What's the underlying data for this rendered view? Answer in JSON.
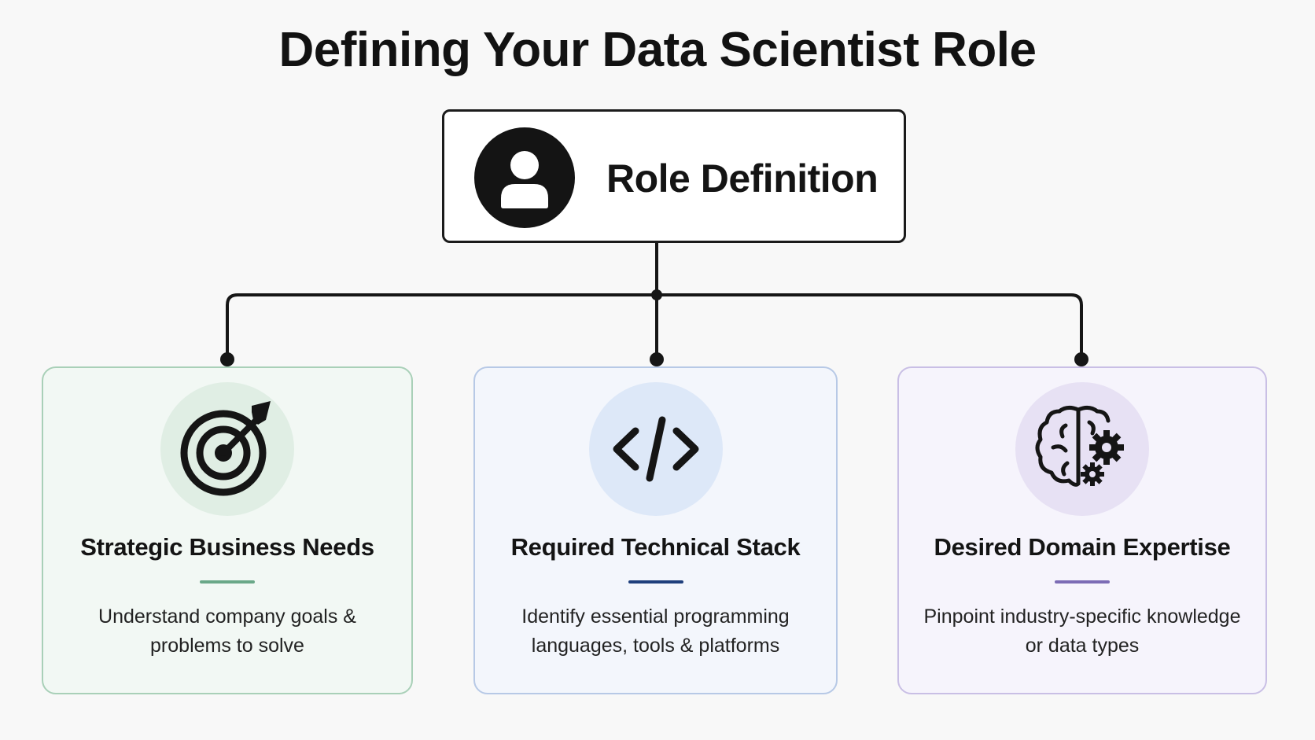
{
  "title": "Defining Your Data Scientist Role",
  "root": {
    "label": "Role Definition",
    "icon": "user-icon"
  },
  "cards": [
    {
      "title": "Strategic Business Needs",
      "description": "Understand company goals & problems to solve",
      "icon": "target-icon",
      "accent": "#6aa888"
    },
    {
      "title": "Required Technical Stack",
      "description": "Identify essential programming languages, tools & platforms",
      "icon": "code-icon",
      "accent": "#1e3f7c"
    },
    {
      "title": "Desired Domain Expertise",
      "description": "Pinpoint industry-specific knowledge or data types",
      "icon": "brain-gear-icon",
      "accent": "#7c6cb5"
    }
  ]
}
